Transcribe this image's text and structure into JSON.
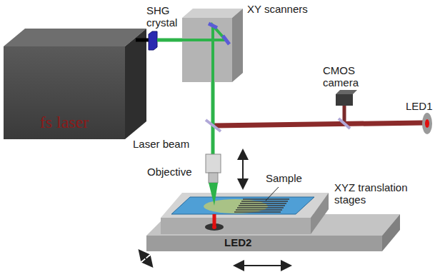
{
  "diagram": {
    "nodes": [
      {
        "text": [
          "fs laser"
        ]
      }
    ],
    "labels": [
      "SHG crystal",
      "XY scanners",
      "CMOS camera",
      "LED1",
      "Laser beam",
      "Objective",
      "Sample",
      "XYZ translation stages",
      "LED2"
    ]
  }
}
